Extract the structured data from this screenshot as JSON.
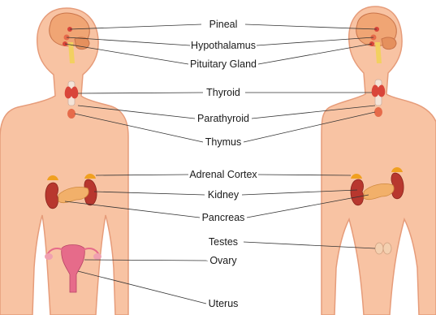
{
  "labels": {
    "pineal": "Pineal",
    "hypothalamus": "Hypothalamus",
    "pituitary": "Pituitary Gland",
    "thyroid": "Thyroid",
    "parathyroid": "Parathyroid",
    "thymus": "Thymus",
    "adrenal": "Adrenal Cortex",
    "kidney": "Kidney",
    "pancreas": "Pancreas",
    "testes": "Testes",
    "ovary": "Ovary",
    "uterus": "Uterus"
  },
  "colors": {
    "skin": "#f8c3a3",
    "skin_outline": "#e69c7a",
    "brain": "#f0a574",
    "gland_red": "#d9453a",
    "kidney": "#b8372e",
    "pancreas": "#f2b06a",
    "adrenal": "#f0a020",
    "line": "#333333"
  }
}
